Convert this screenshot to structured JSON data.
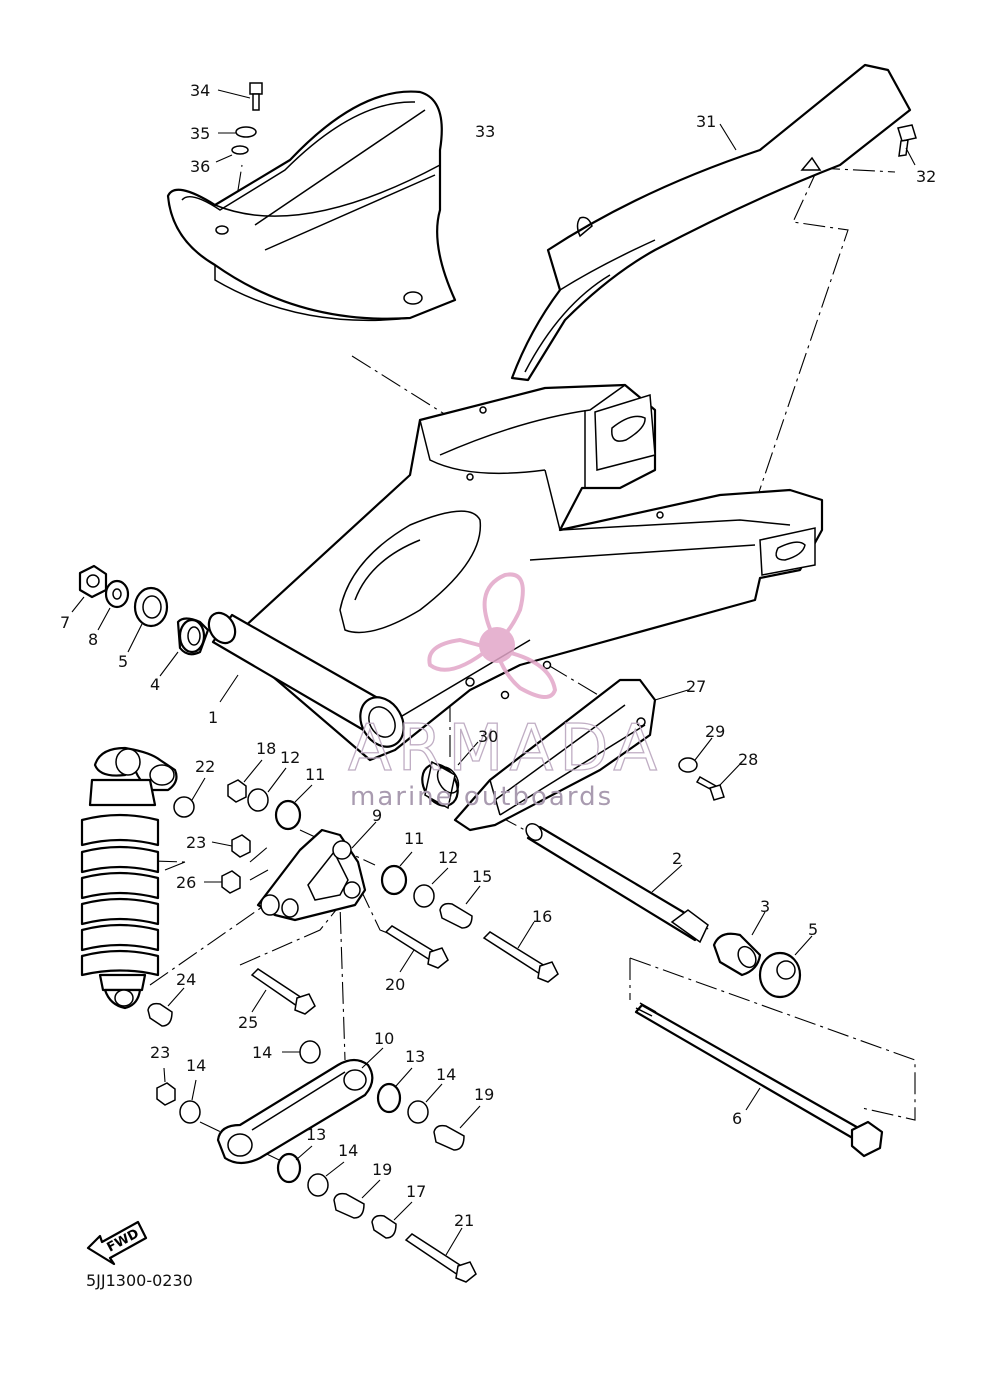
{
  "diagram_code": "5JJ1300-0230",
  "watermark": {
    "brand": "ARMADA",
    "tagline": "marine outboards",
    "accent_color": "#e2a6c8"
  },
  "fwd_label": "FWD",
  "callouts": [
    {
      "id": "c34",
      "label": "34"
    },
    {
      "id": "c35",
      "label": "35"
    },
    {
      "id": "c36",
      "label": "36"
    },
    {
      "id": "c33",
      "label": "33"
    },
    {
      "id": "c31",
      "label": "31"
    },
    {
      "id": "c32",
      "label": "32"
    },
    {
      "id": "c7",
      "label": "7"
    },
    {
      "id": "c8",
      "label": "8"
    },
    {
      "id": "c5a",
      "label": "5"
    },
    {
      "id": "c4",
      "label": "4"
    },
    {
      "id": "c1",
      "label": "1"
    },
    {
      "id": "c27",
      "label": "27"
    },
    {
      "id": "c29",
      "label": "29"
    },
    {
      "id": "c28",
      "label": "28"
    },
    {
      "id": "c30",
      "label": "30"
    },
    {
      "id": "c22",
      "label": "22"
    },
    {
      "id": "c18",
      "label": "18"
    },
    {
      "id": "c12a",
      "label": "12"
    },
    {
      "id": "c11a",
      "label": "11"
    },
    {
      "id": "c9",
      "label": "9"
    },
    {
      "id": "c23a",
      "label": "23"
    },
    {
      "id": "c11b",
      "label": "11"
    },
    {
      "id": "c26",
      "label": "26"
    },
    {
      "id": "c12b",
      "label": "12"
    },
    {
      "id": "c15",
      "label": "15"
    },
    {
      "id": "c16",
      "label": "16"
    },
    {
      "id": "c2",
      "label": "2"
    },
    {
      "id": "c3",
      "label": "3"
    },
    {
      "id": "c5b",
      "label": "5"
    },
    {
      "id": "c24",
      "label": "24"
    },
    {
      "id": "c20",
      "label": "20"
    },
    {
      "id": "c25",
      "label": "25"
    },
    {
      "id": "c10",
      "label": "10"
    },
    {
      "id": "c14a",
      "label": "14"
    },
    {
      "id": "c13a",
      "label": "13"
    },
    {
      "id": "c23b",
      "label": "23"
    },
    {
      "id": "c14b",
      "label": "14"
    },
    {
      "id": "c14c",
      "label": "14"
    },
    {
      "id": "c19a",
      "label": "19"
    },
    {
      "id": "c6",
      "label": "6"
    },
    {
      "id": "c13b",
      "label": "13"
    },
    {
      "id": "c14d",
      "label": "14"
    },
    {
      "id": "c19b",
      "label": "19"
    },
    {
      "id": "c17",
      "label": "17"
    },
    {
      "id": "c21",
      "label": "21"
    }
  ]
}
